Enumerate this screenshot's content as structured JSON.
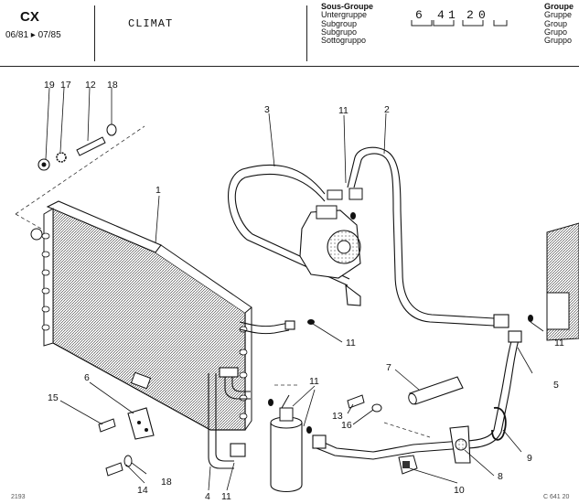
{
  "header": {
    "model": "CX",
    "dates": "06/81 ▸ 07/85",
    "title": "CLIMAT",
    "subgroup_labels": [
      "Sous-Groupe",
      "Untergruppe",
      "Subgroup",
      "Subgrupo",
      "Sottogruppo"
    ],
    "code_digits": [
      "6",
      "4",
      "1",
      "2",
      "0"
    ],
    "group_labels": [
      "Groupe",
      "Gruppe",
      "Group",
      "Grupo",
      "Gruppo"
    ]
  },
  "footer": {
    "left": "2193",
    "right": "C 641 20"
  },
  "callouts": {
    "c1": "1",
    "c2": "2",
    "c3": "3",
    "c4": "4",
    "c5": "5",
    "c6": "6",
    "c7": "7",
    "c8": "8",
    "c9": "9",
    "c10": "10",
    "c11a": "11",
    "c11b": "11",
    "c11c": "11",
    "c11d": "11",
    "c11e": "11",
    "c12": "12",
    "c13": "13",
    "c14": "14",
    "c15": "15",
    "c16": "16",
    "c17": "17",
    "c18a": "18",
    "c18b": "18",
    "c19": "19"
  }
}
